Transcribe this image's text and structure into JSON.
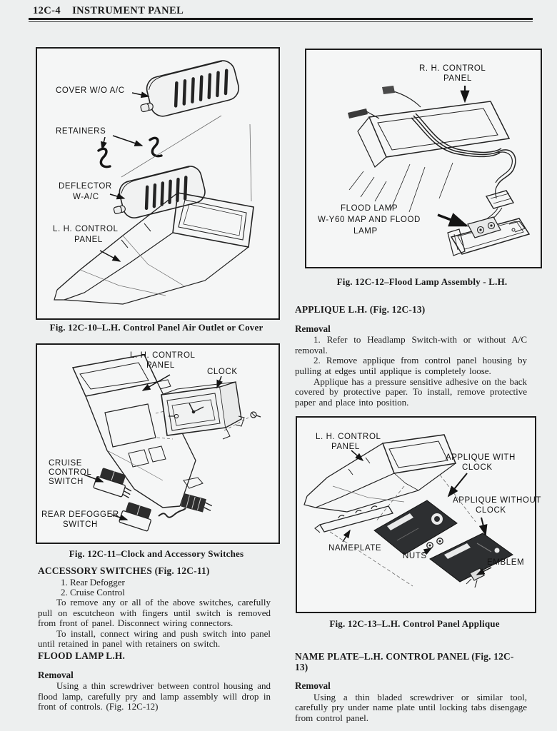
{
  "header": {
    "code": "12C-4",
    "title": "INSTRUMENT PANEL"
  },
  "fig10": {
    "caption": "Fig. 12C-10–L.H. Control Panel Air Outlet or Cover",
    "cover": "COVER W/O A/C",
    "retainers": "RETAINERS",
    "deflector1": "DEFLECTOR",
    "deflector2": "W-A/C",
    "panel1": "L. H.  CONTROL",
    "panel2": "PANEL"
  },
  "fig11": {
    "caption": "Fig. 12C-11–Clock and Accessory Switches",
    "panel1": "L. H.  CONTROL",
    "panel2": "PANEL",
    "clock": "CLOCK",
    "cruise1": "CRUISE",
    "cruise2": "CONTROL",
    "cruise3": "SWITCH",
    "defog1": "REAR DEFOGGER",
    "defog2": "SWITCH"
  },
  "fig12": {
    "caption": "Fig. 12C-12–Flood Lamp Assembly - L.H.",
    "panel1": "R. H.  CONTROL",
    "panel2": "PANEL",
    "flood1": "FLOOD LAMP",
    "flood2": "W-Y60 MAP AND FLOOD",
    "flood3": "LAMP"
  },
  "fig13": {
    "caption": "Fig. 12C-13–L.H. Control Panel Applique",
    "panel1": "L. H.  CONTROL",
    "panel2": "PANEL",
    "with1": "APPLIQUE WITH",
    "with2": "CLOCK",
    "without1": "APPLIQUE WITHOUT",
    "without2": "CLOCK",
    "nameplate": "NAMEPLATE",
    "nuts": "NUTS",
    "emblem": "EMBLEM"
  },
  "sections": {
    "accessory": {
      "heading": "ACCESSORY SWITCHES (Fig. 12C-11)",
      "item1": "1. Rear Defogger",
      "item2": "2. Cruise Control",
      "para1": "To remove any or all of the above switches, carefully pull on escutcheon with fingers until switch is removed from front of panel. Disconnect wiring connectors.",
      "para2": "To install, connect wiring and push switch into panel until retained in panel with retainers on switch."
    },
    "floodlamp": {
      "heading": "FLOOD LAMP L.H.",
      "subheading": "Removal",
      "para1": "Using a thin screwdriver between control housing and flood lamp, carefully pry and lamp assembly will drop in front of controls. (Fig. 12C-12)"
    },
    "applique": {
      "heading": "APPLIQUE L.H. (Fig. 12C-13)",
      "subheading": "Removal",
      "step1": "1. Refer to Headlamp Switch-with or without A/C removal.",
      "step2": "2. Remove applique from control panel housing by pulling at edges until applique is completely loose.",
      "para1": "Applique has a pressure sensitive adhesive on the back covered by protective paper. To install, remove protective paper and place into position."
    },
    "nameplate": {
      "heading": "NAME PLATE–L.H. CONTROL PANEL (Fig. 12C-13)",
      "subheading": "Removal",
      "para1": "Using a thin bladed screwdriver or similar tool, carefully pry under name plate until locking tabs disengage from control panel."
    }
  }
}
